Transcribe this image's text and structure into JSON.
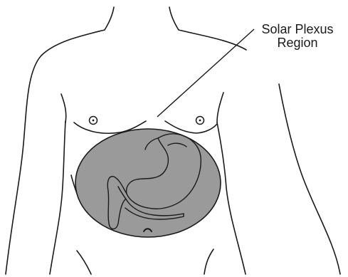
{
  "annotation": {
    "line1": "Solar Plexus",
    "line2": "Region"
  },
  "colors": {
    "outline": "#1a1a1a",
    "region_fill": "#9a9a9a",
    "background": "#ffffff"
  },
  "icons": {
    "region": "gray-ellipse",
    "organs": "stomach-and-intestine-outline",
    "nipples": "circle-with-dot",
    "navel": "arc"
  }
}
